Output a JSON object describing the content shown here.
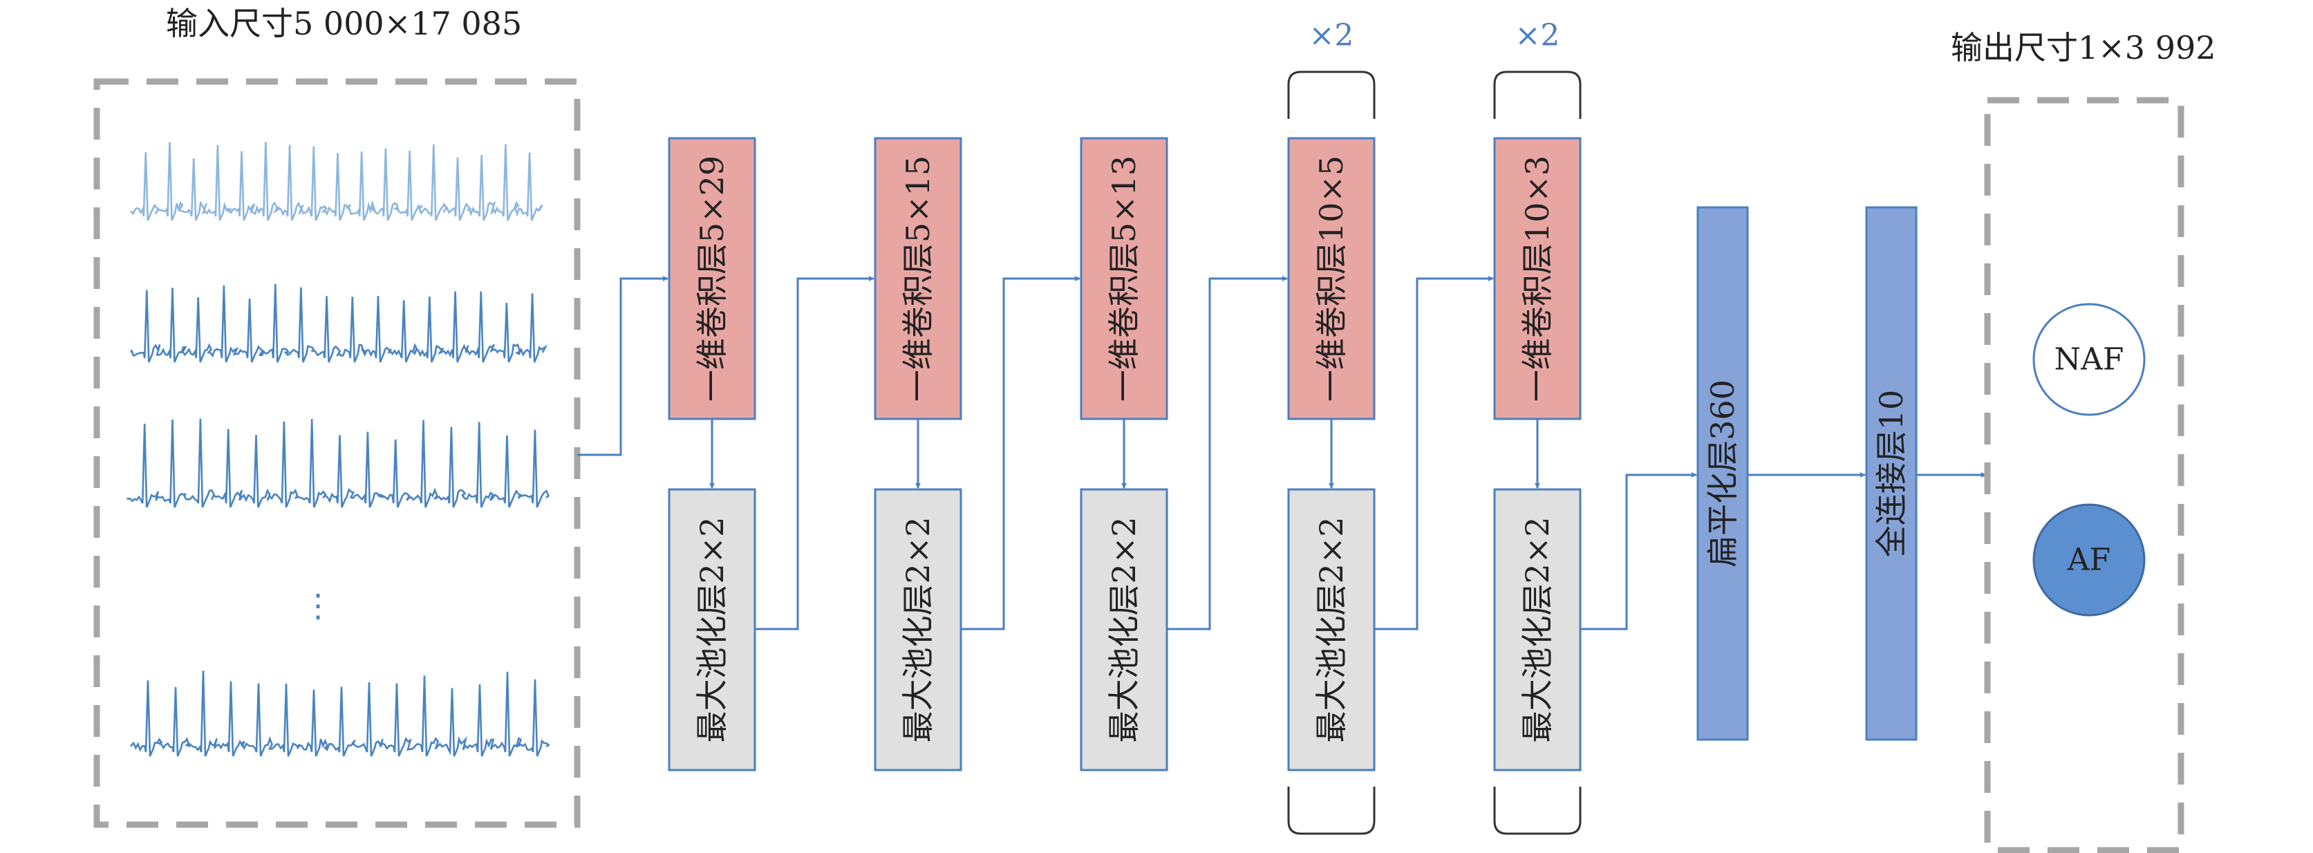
{
  "input": {
    "title": "输入尺寸5 000×17 085",
    "ellipsis": "⋮"
  },
  "output": {
    "title": "输出尺寸1×3 992",
    "classes": [
      {
        "label": "NAF",
        "fill": "#ffffff"
      },
      {
        "label": "AF",
        "fill": "#5b8fd0"
      }
    ]
  },
  "repeat_marks": [
    "×2",
    "×2"
  ],
  "conv_layers": [
    "一维卷积层5×29",
    "一维卷积层5×15",
    "一维卷积层5×13",
    "一维卷积层10×5",
    "一维卷积层10×3"
  ],
  "pool_layers": [
    "最大池化层2×2",
    "最大池化层2×2",
    "最大池化层2×2",
    "最大池化层2×2",
    "最大池化层2×2"
  ],
  "flatten_layer": "扁平化层360",
  "dense_layer": "全连接层10",
  "colors": {
    "conv_fill": "#e8a6a3",
    "pool_fill": "#e0e0e0",
    "dense_fill": "#86a3d8",
    "border": "#4a7fc1",
    "dashed": "#a6a6a6",
    "signal": "#4a84c0",
    "signal_light": "#8db6dd"
  }
}
